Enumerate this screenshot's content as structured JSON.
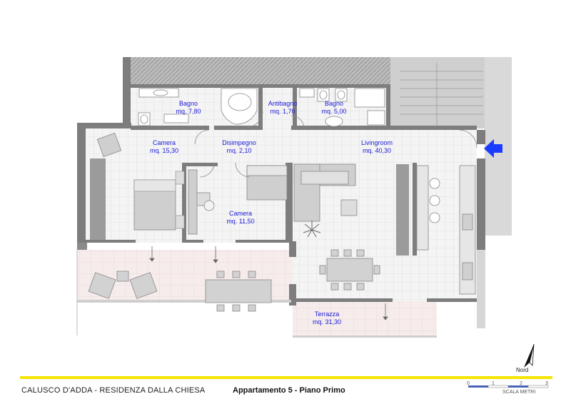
{
  "rooms": [
    {
      "id": "bagno1",
      "name": "Bagno",
      "area": "mq. 7,80"
    },
    {
      "id": "antibagno",
      "name": "Antibagno",
      "area": "mq. 1,70"
    },
    {
      "id": "bagno2",
      "name": "Bagno",
      "area": "mq. 5,00"
    },
    {
      "id": "camera1",
      "name": "Camera",
      "area": "mq. 15,30"
    },
    {
      "id": "disimpegno",
      "name": "Disimpegno",
      "area": "mq. 2,10"
    },
    {
      "id": "living",
      "name": "Livingroom",
      "area": "mq. 40,30"
    },
    {
      "id": "camera2",
      "name": "Camera",
      "area": "mq. 11,50"
    },
    {
      "id": "terrazza",
      "name": "Terrazza",
      "area": "mq. 31,30"
    }
  ],
  "footer": {
    "project": "CALUSCO D'ADDA - RESIDENZA DALLA CHIESA",
    "unit": "Appartamento 5 - Piano Primo"
  },
  "compass": {
    "label": "Nord"
  },
  "scale": {
    "title": "SCALA METRI",
    "ticks": [
      "0",
      "1",
      "2",
      "3"
    ]
  },
  "colors": {
    "label_blue": "#1a1ad6",
    "accent_yellow": "#f5e600",
    "entrance_arrow": "#1a3cff"
  }
}
